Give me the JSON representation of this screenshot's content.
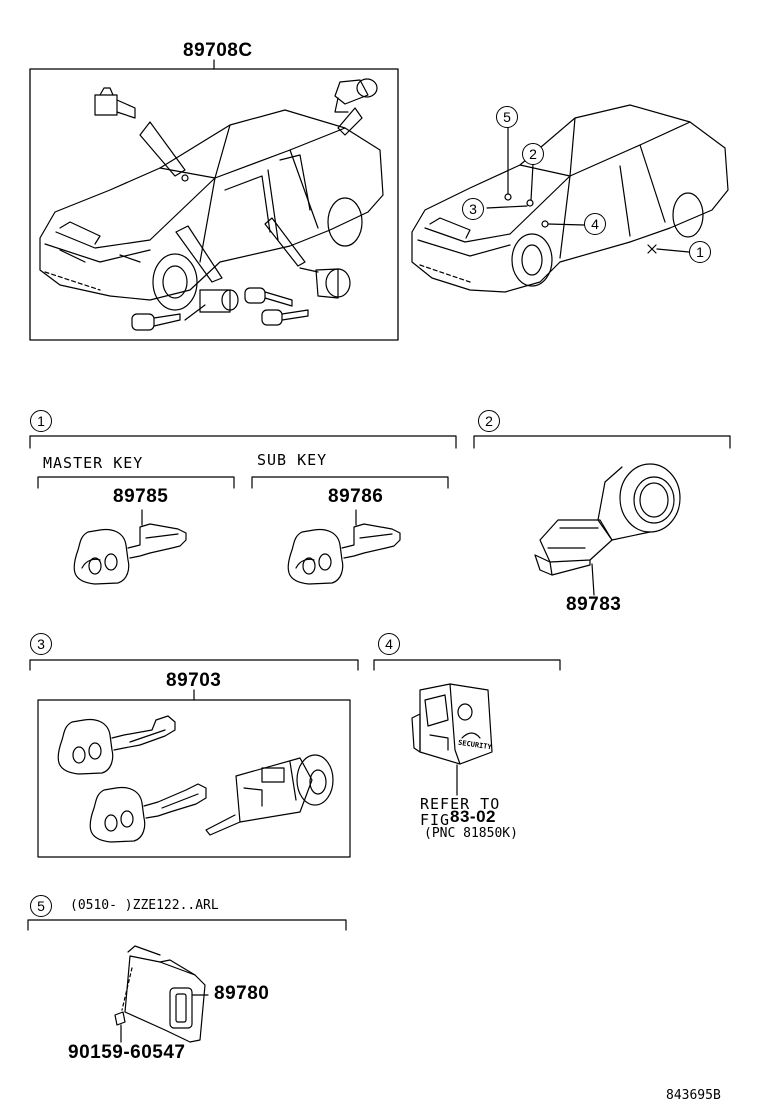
{
  "overview": {
    "set_part_number": "89708C",
    "callouts": [
      "1",
      "2",
      "3",
      "4",
      "5"
    ]
  },
  "sections": {
    "s1": {
      "index": "1",
      "master_key_label": "MASTER KEY",
      "master_key_pn": "89785",
      "sub_key_label": "SUB KEY",
      "sub_key_pn": "89786"
    },
    "s2": {
      "index": "2",
      "pn": "89783"
    },
    "s3": {
      "index": "3",
      "pn": "89703"
    },
    "s4": {
      "index": "4",
      "refer_line1": "REFER TO",
      "refer_line2_prefix": "FIG",
      "refer_line2_fig": "83-02",
      "refer_line3": "(PNC 81850K)",
      "switch_label": "SECURITY"
    },
    "s5": {
      "index": "5",
      "condition": "(0510-    )ZZE122..ARL",
      "pn": "89780",
      "screw_pn": "90159-60547"
    }
  },
  "footer": {
    "illustration_code": "843695B"
  }
}
